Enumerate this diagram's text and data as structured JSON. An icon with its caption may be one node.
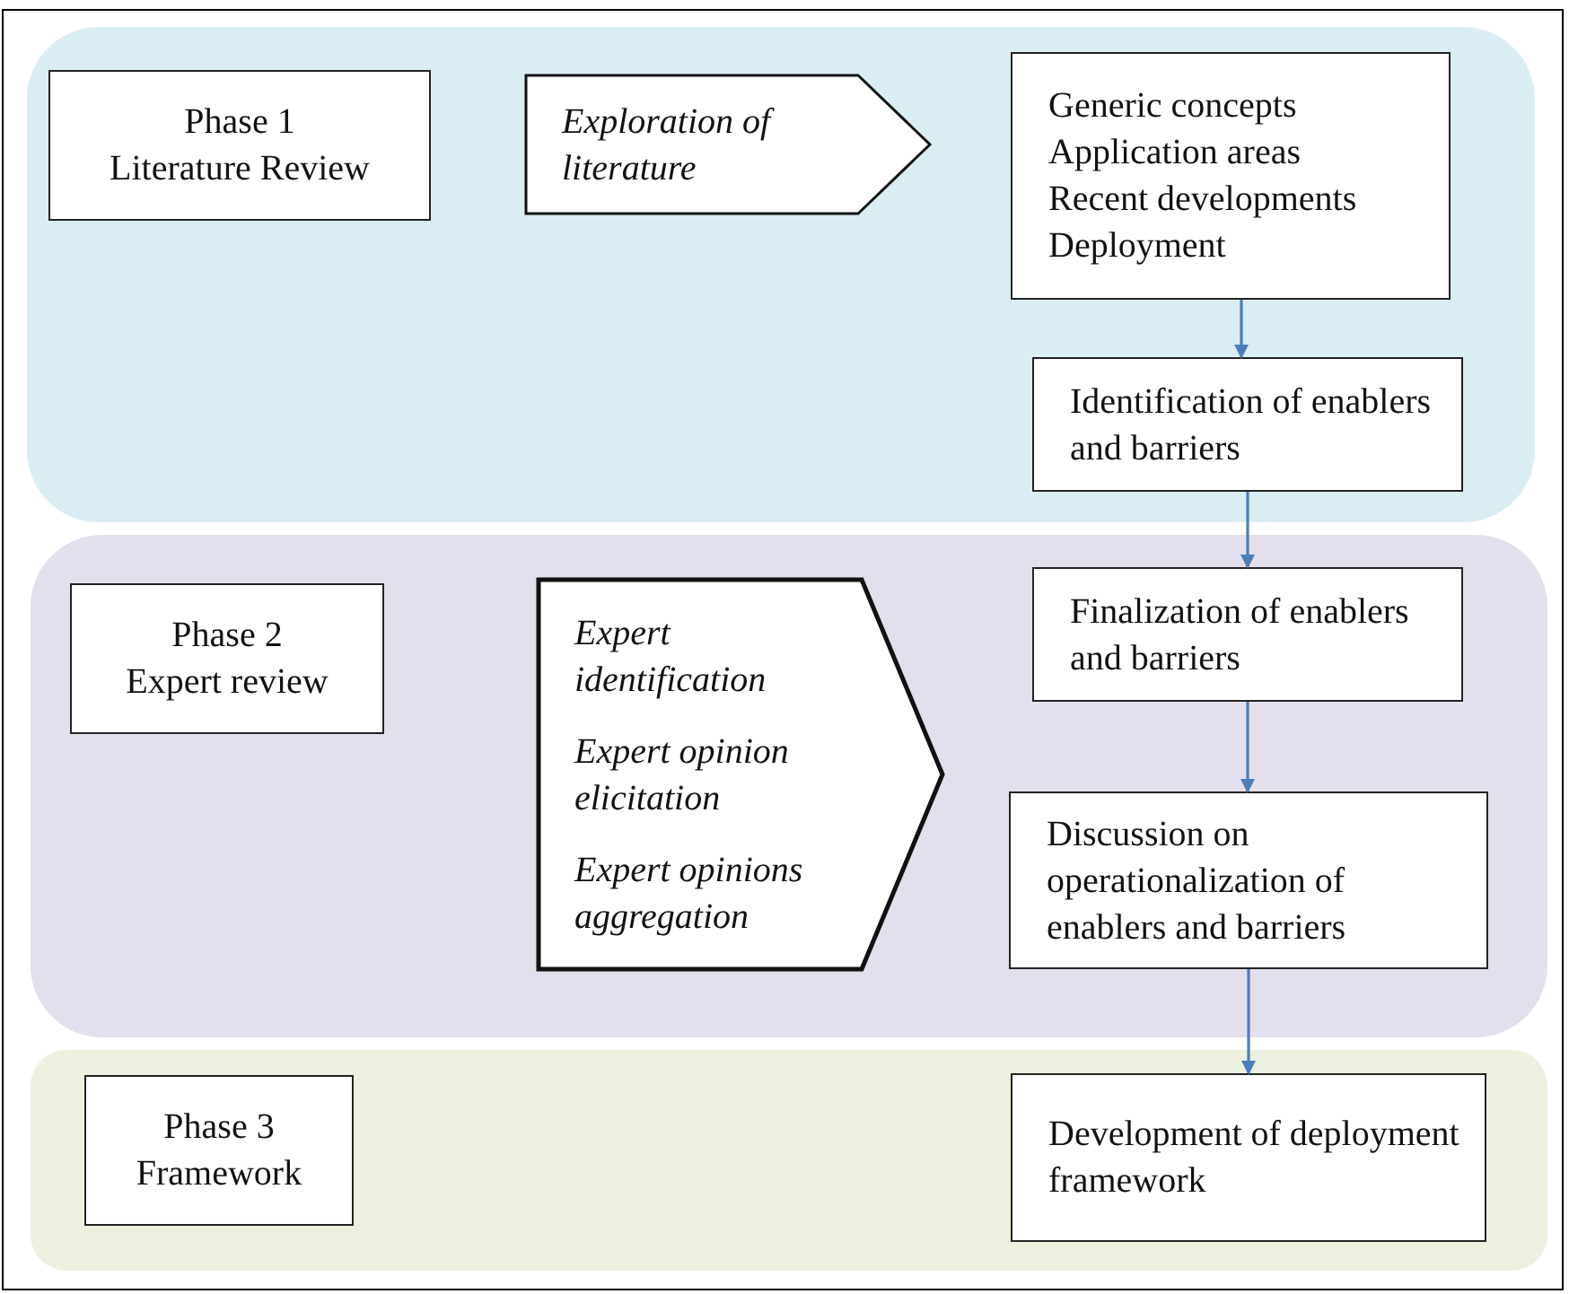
{
  "diagram": {
    "nodes": [
      {
        "text": [],
        "shape": "band"
      },
      {
        "text": [
          "Phase 1",
          "Literature Review"
        ],
        "in": 0
      },
      {
        "text": [
          "Exploration of literature"
        ],
        "in": 0
      },
      {
        "text": [
          "Generic concepts",
          "Application areas",
          "Recent developments",
          "Deployment"
        ],
        "in": 0
      },
      {
        "text": [
          "Identification of enablers and barriers"
        ],
        "in": 0
      },
      {
        "text": [],
        "shape": "band"
      },
      {
        "text": [
          "Phase 2",
          "Expert review"
        ],
        "in": 5
      },
      {
        "text": [
          "Expert identification",
          "Expert opinion elicitation",
          "Expert opinions aggregation"
        ],
        "in": 5
      },
      {
        "text": [
          "Finalization of enablers and barriers"
        ],
        "in": 5
      },
      {
        "text": [
          "Discussion on operationalization of enablers and barriers"
        ],
        "in": 5
      },
      {
        "text": [],
        "shape": "band"
      },
      {
        "text": [
          "Phase 3",
          "Framework"
        ],
        "in": 10
      },
      {
        "text": [
          "Development of deployment framework"
        ],
        "in": 10
      }
    ],
    "edges": [
      {
        "from": 3,
        "to": 4,
        "arrow": "to"
      },
      {
        "from": 4,
        "to": 8,
        "arrow": "to"
      },
      {
        "from": 8,
        "to": 9,
        "arrow": "to"
      },
      {
        "from": 9,
        "to": 12,
        "arrow": "to"
      }
    ]
  }
}
